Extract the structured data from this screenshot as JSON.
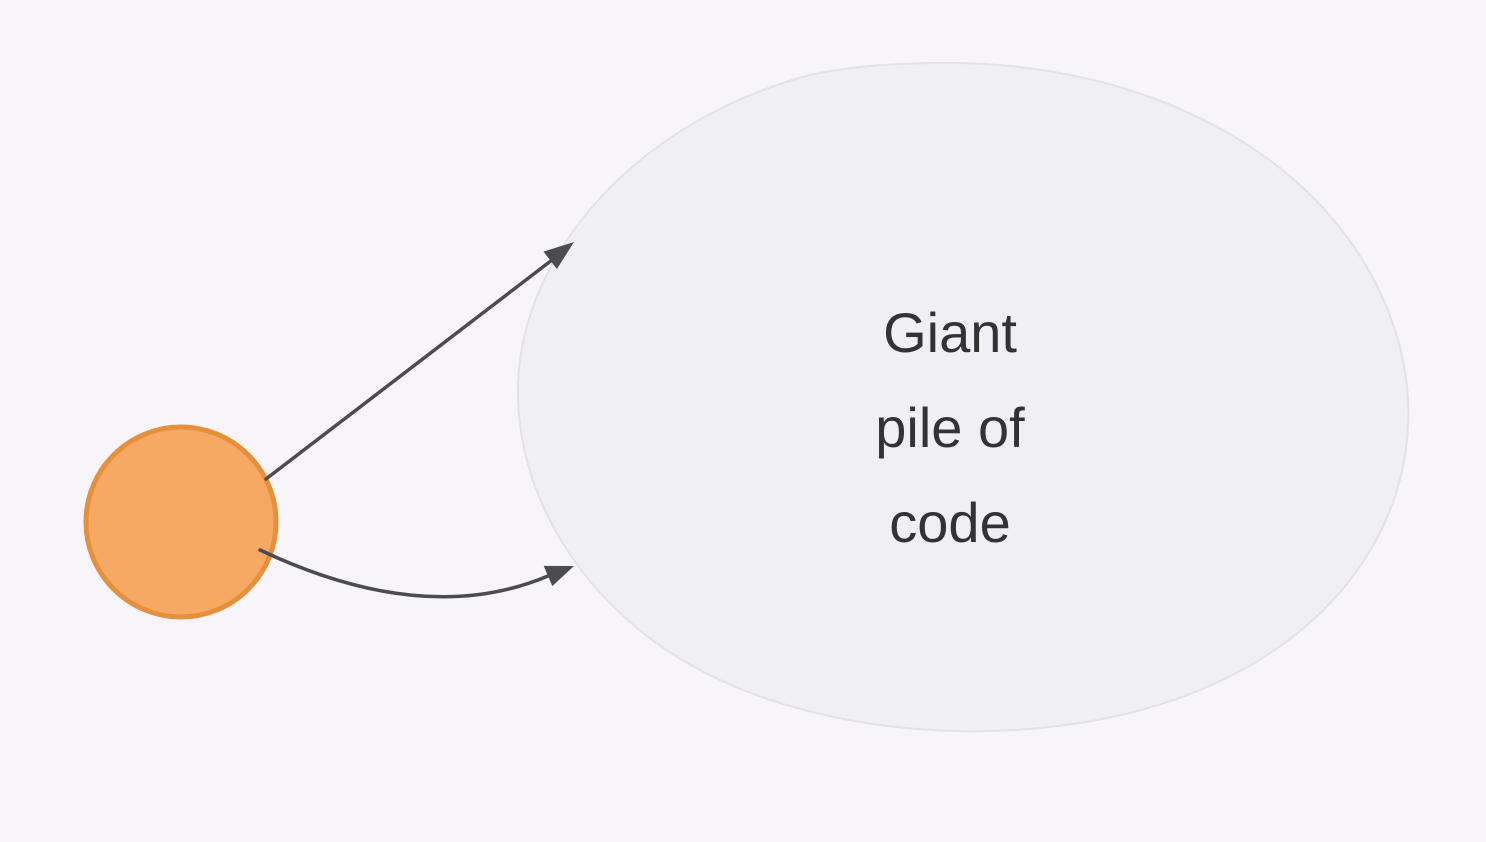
{
  "diagram": {
    "blob": {
      "label": "Giant pile of code",
      "label_lines": [
        "Giant",
        "pile of",
        "code"
      ]
    },
    "nodes": {
      "small_node": {
        "shape": "circle",
        "label": ""
      }
    },
    "arrows": [
      {
        "name": "straight-arrow",
        "from": "small-node",
        "to": "giant-pile-of-code",
        "style": "straight"
      },
      {
        "name": "curved-arrow",
        "from": "small-node",
        "to": "giant-pile-of-code",
        "style": "curved"
      }
    ],
    "colors": {
      "background": "#f7f5fa",
      "blob_fill": "#f0eff3",
      "blob_stroke": "#e3e2e7",
      "circle_fill": "#f6a963",
      "circle_stroke": "#e6903c",
      "arrow": "#4b4b50",
      "text": "#333333"
    }
  }
}
